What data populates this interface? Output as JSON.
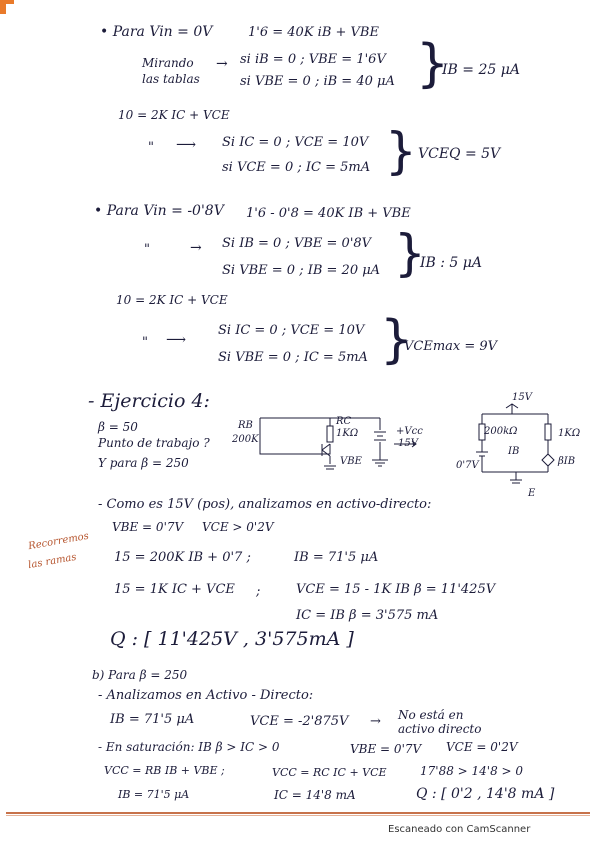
{
  "sec1": {
    "title": "• Para   Vin = 0V",
    "eq": "1'6 = 40K iB + VBE",
    "mirando": "Mirando",
    "tablas": "las tablas",
    "si1": "si  iB = 0 ;   VBE = 1'6V",
    "si2": "si  VBE = 0 ;   iB = 40 μA",
    "result": "IB = 25 μA",
    "eq2": "10 = 2K IC + VCE",
    "dq": "\"",
    "si3": "Si  IC = 0   ;   VCE = 10V",
    "si4": "si  VCE = 0 ;   IC = 5mA",
    "result2": "VCEQ = 5V"
  },
  "sec2": {
    "title": "• Para   Vin = -0'8V",
    "eq": "1'6 - 0'8 = 40K IB + VBE",
    "dq": "\"",
    "si1": "Si  IB = 0   ;   VBE = 0'8V",
    "si2": "Si  VBE = 0  ;   IB = 20 μA",
    "result": "IB : 5 μA",
    "eq2": "10 = 2K IC + VCE",
    "si3": "Si  IC = 0  ;   VCE = 10V",
    "si4": "Si  VBE = 0 ;   IC = 5mA",
    "result2": "VCEmax = 9V"
  },
  "ex4": {
    "heading": "- Ejercicio 4:",
    "beta": "β = 50",
    "q1": "Punto de trabajo ?",
    "q2": "Y para  β = 250",
    "circuit1": {
      "rb": "RB",
      "rb_val": "200K",
      "rc": "RC",
      "rc_val": "1KΩ",
      "vcc": "+Vcc",
      "v15": "15V",
      "vbe": "VBE"
    },
    "circuit2": {
      "top": "15V",
      "r1": "200kΩ",
      "r2": "1KΩ",
      "vbe": "0'7V",
      "ib": "IB",
      "bib": "βIB",
      "e": "E"
    },
    "como": "- Como es 15V (pos), analizamos en activo-directo:",
    "vbe": "VBE = 0'7V",
    "vce": "VCE > 0'2V",
    "margin1": "Recorremos",
    "margin2": "las ramas",
    "l1a": "15 = 200K IB + 0'7   ;",
    "l1b": "IB = 71'5 μA",
    "l2a": "15 = 1K IC + VCE",
    "l2b": ";",
    "l2c": "VCE = 15 - 1K IB β = 11'425V",
    "l3": "IC = IB β = 3'575 mA",
    "q": "Q : [ 11'425V , 3'575mA ]"
  },
  "b": {
    "title": "b) Para  β = 250",
    "analiza": "- Analizamos en Activo - Directo:",
    "ib": "IB = 71'5 μA",
    "vce": "VCE = -2'875V",
    "arrow": "→",
    "note1": "No está en",
    "note2": "activo directo",
    "sat": "- En saturación:  IB β > IC > 0",
    "vbe": "VBE = 0'7V",
    "vce2": "VCE = 0'2V",
    "r1a": "VCC = RB IB + VBE ;",
    "r1b": "VCC = RC IC + VCE",
    "r1c": "17'88 > 14'8 > 0",
    "r2a": "IB = 71'5 μA",
    "r2b": "IC = 14'8 mA",
    "r2c": "Q : [ 0'2 , 14'8 mA ]"
  },
  "footer": "Escaneado con CamScanner"
}
